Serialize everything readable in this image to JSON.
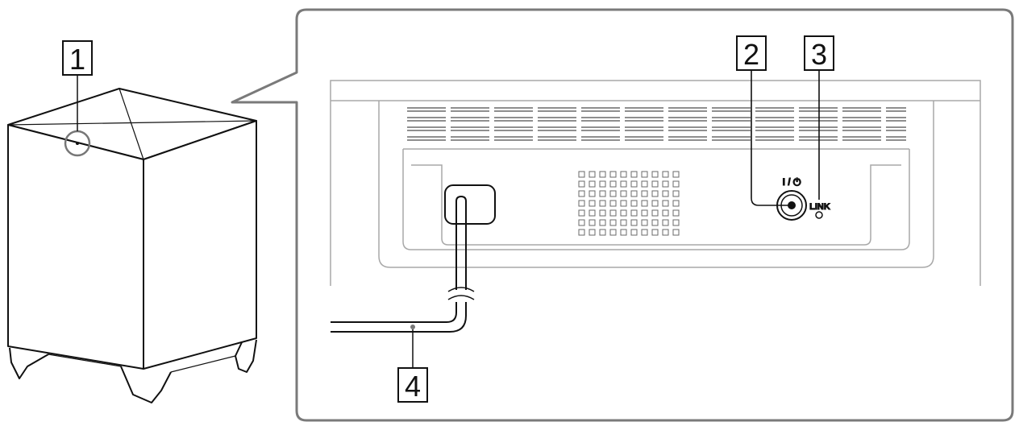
{
  "figure": {
    "callouts": [
      {
        "number": "1",
        "refers_to": "front-indicator"
      },
      {
        "number": "2",
        "refers_to": "power-button"
      },
      {
        "number": "3",
        "refers_to": "link-indicator"
      },
      {
        "number": "4",
        "refers_to": "ac-power-cord"
      }
    ],
    "panel": {
      "power_label": "I / ⏻",
      "link_label": "LINK"
    },
    "colors": {
      "line": "#111111",
      "frame": "#7a7a7a",
      "panel_line": "#a8a8a8",
      "grille": "#6a6a6a"
    }
  }
}
